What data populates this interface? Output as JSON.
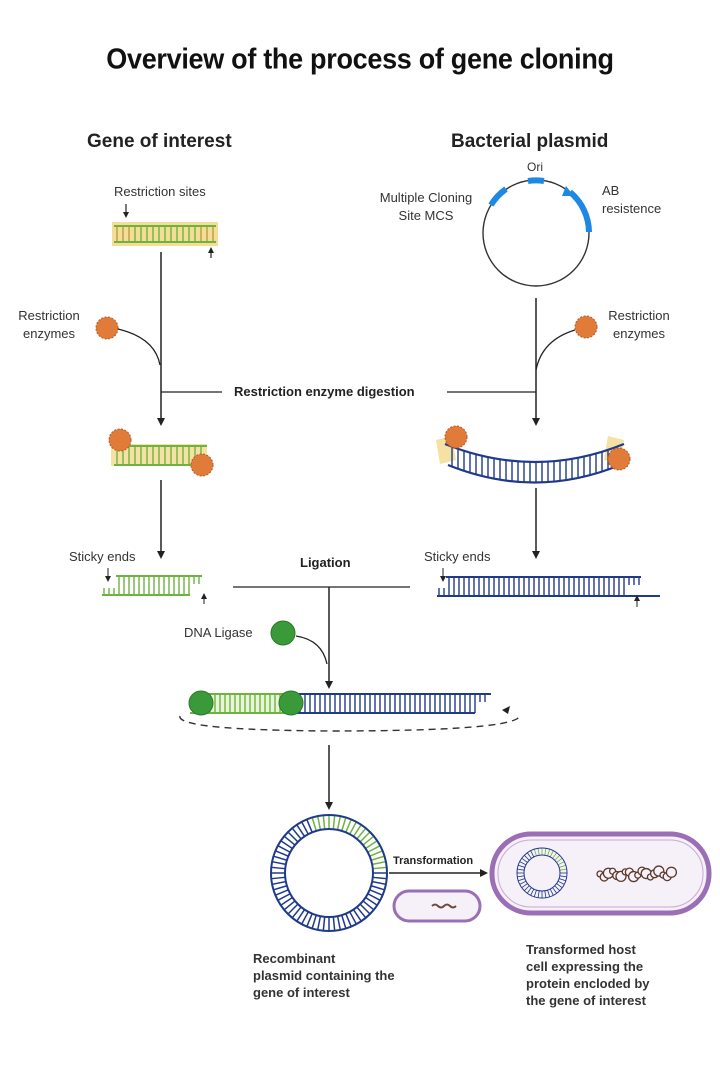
{
  "title": "Overview of the process of gene cloning",
  "columns": {
    "left": {
      "heading": "Gene of interest"
    },
    "right": {
      "heading": "Bacterial plasmid"
    }
  },
  "labels": {
    "restriction_sites": "Restriction sites",
    "plasmid_ori": "Ori",
    "plasmid_mcs_line1": "Multiple Cloning",
    "plasmid_mcs_line2": "Site MCS",
    "plasmid_ab_line1": "AB",
    "plasmid_ab_line2": "resistence",
    "enzyme_left_line1": "Restriction",
    "enzyme_left_line2": "enzymes",
    "enzyme_right_line1": "Restriction",
    "enzyme_right_line2": "enzymes",
    "step_digestion": "Restriction enzyme digestion",
    "sticky_ends_left": "Sticky ends",
    "sticky_ends_right": "Sticky ends",
    "step_ligation": "Ligation",
    "dna_ligase": "DNA Ligase",
    "step_transformation": "Transformation"
  },
  "captions": {
    "recombinant": [
      "Recombinant",
      "plasmid containing the",
      "gene of interest"
    ],
    "transformed": [
      "Transformed host",
      "cell expressing the",
      "protein encloded by",
      "the gene of interest"
    ]
  },
  "colors": {
    "gene_green": "#6db33f",
    "gene_green_light": "#e8f5d8",
    "plasmid_blue": "#1f3a8a",
    "mcs_blue": "#1e88e5",
    "enzyme_orange": "#e07b39",
    "ligase_green": "#3a9a3a",
    "restriction_site_yellow": "#f2d98c",
    "cell_purple": "#9b6fb5",
    "cell_fill": "#f6f0f8",
    "arrow": "#222222"
  }
}
